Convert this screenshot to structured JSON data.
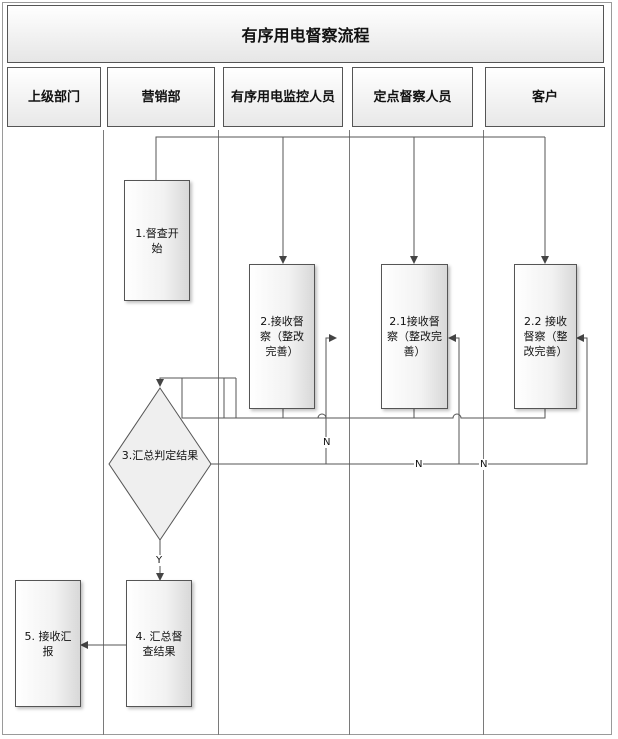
{
  "title": "有序用电督察流程",
  "lanes": [
    {
      "label": "上级部门"
    },
    {
      "label": "营销部"
    },
    {
      "label": "有序用电监控人员"
    },
    {
      "label": "定点督察人员"
    },
    {
      "label": "客户"
    }
  ],
  "nodes": {
    "start": "1.督查开始",
    "receive_monitor": "2.接收督察（整改完善）",
    "receive_inspector": "2.1接收督察（整改完善）",
    "receive_customer": "2.2 接收督察（整改完善）",
    "decision": "3.汇总判定结果",
    "summarize": "4. 汇总督查结果",
    "report": "5. 接收汇报"
  },
  "edge_labels": {
    "no_1": "N",
    "no_2": "N",
    "no_3": "N",
    "yes": "Y"
  },
  "colors": {
    "line": "#555555",
    "node_fill": "#eeeeee"
  }
}
